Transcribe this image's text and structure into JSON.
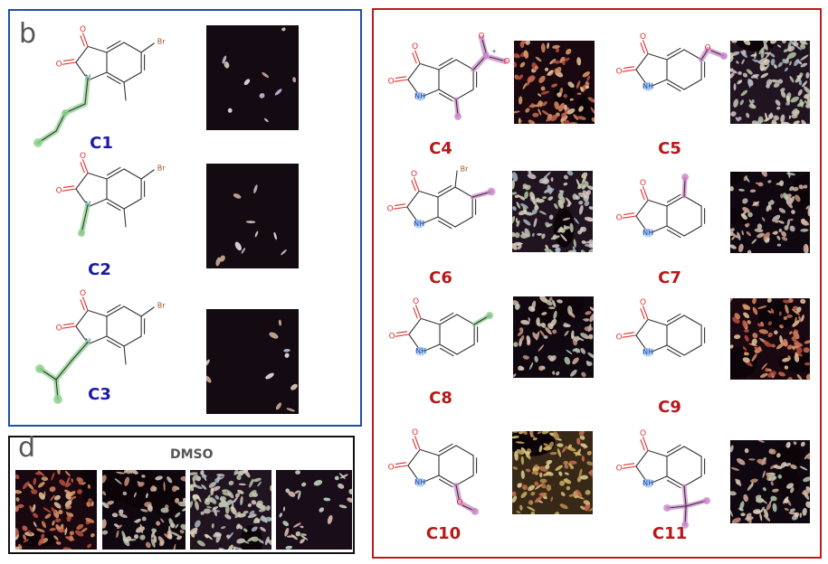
{
  "panels": {
    "b": {
      "letter": "b"
    },
    "d": {
      "letter": "d",
      "title": "DMSO"
    }
  },
  "compounds": {
    "C1": "C1",
    "C2": "C2",
    "C3": "C3",
    "C4": "C4",
    "C5": "C5",
    "C6": "C6",
    "C7": "C7",
    "C8": "C8",
    "C9": "C9",
    "C10": "C10",
    "C11": "C11"
  },
  "atoms": {
    "O": "O",
    "N": "N",
    "NH": "NH",
    "Br": "Br",
    "plus": "+",
    "minus": "−"
  },
  "colors": {
    "blue_panel": "#1f4fa8",
    "red_panel": "#c01a1a",
    "blue_label": "#1a1aa8",
    "red_label": "#b81818",
    "green_highlight": "#8fd18f",
    "purple_highlight": "#cc88cc",
    "teal_highlight": "#7fb8d8"
  }
}
